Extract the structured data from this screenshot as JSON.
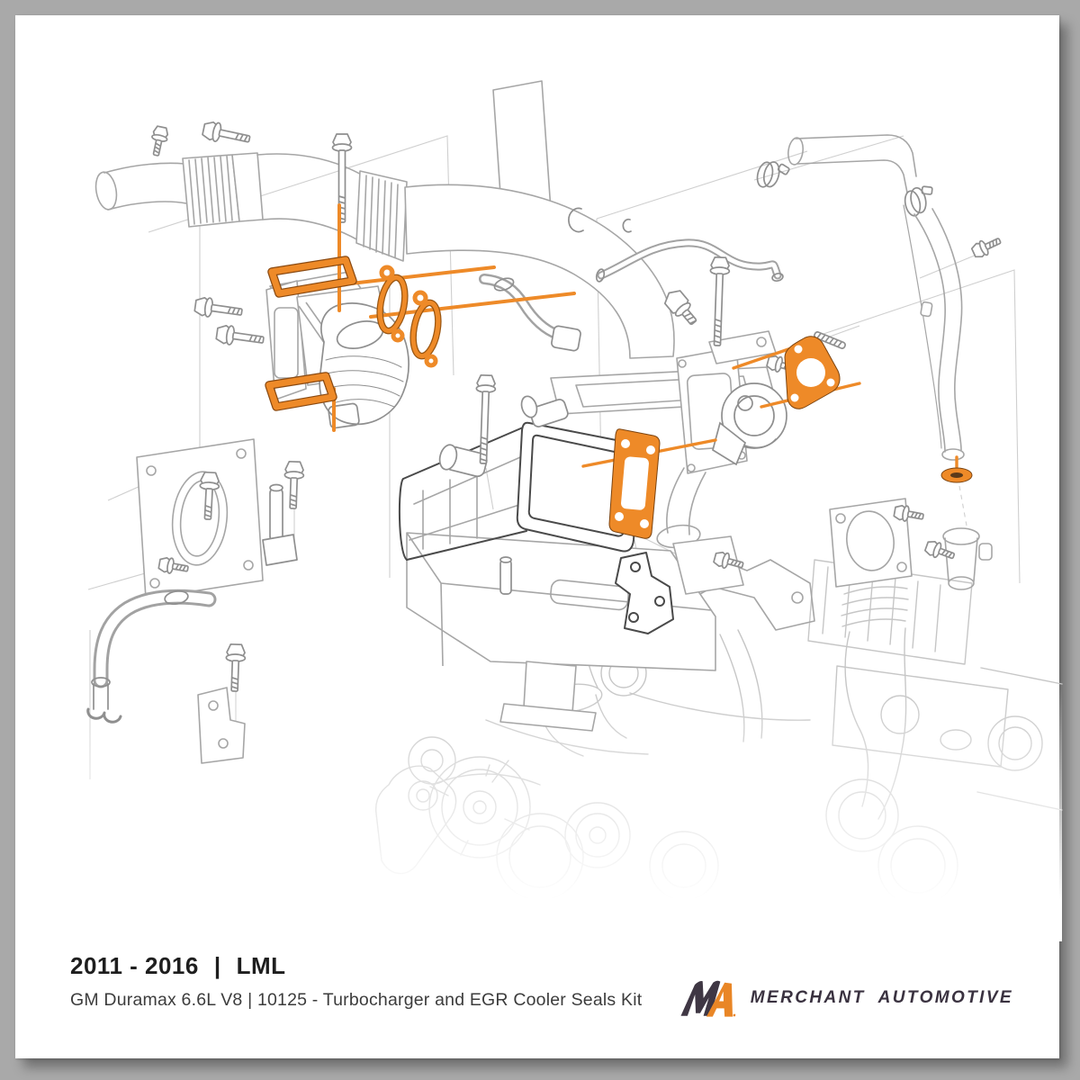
{
  "canvas": {
    "background_color": "#a9a9a9",
    "card_color": "#ffffff"
  },
  "caption": {
    "year_range": "2011 - 2016",
    "separator": "|",
    "engine_code": "LML",
    "description": "GM Duramax 6.6L V8 | 10125 - Turbocharger and EGR Cooler Seals Kit"
  },
  "brand": {
    "name": "MERCHANT AUTOMOTIVE",
    "mark_letters": "MA",
    "mark_dark_color": "#3f3744",
    "mark_orange_color": "#e98626"
  },
  "diagram": {
    "type": "exploded-parts-illustration",
    "highlight_color": "#ee8a28",
    "line_color": "#a6a6a6",
    "dark_line_color": "#4a4a4a",
    "faded_line_color": "#c6c6c6"
  }
}
